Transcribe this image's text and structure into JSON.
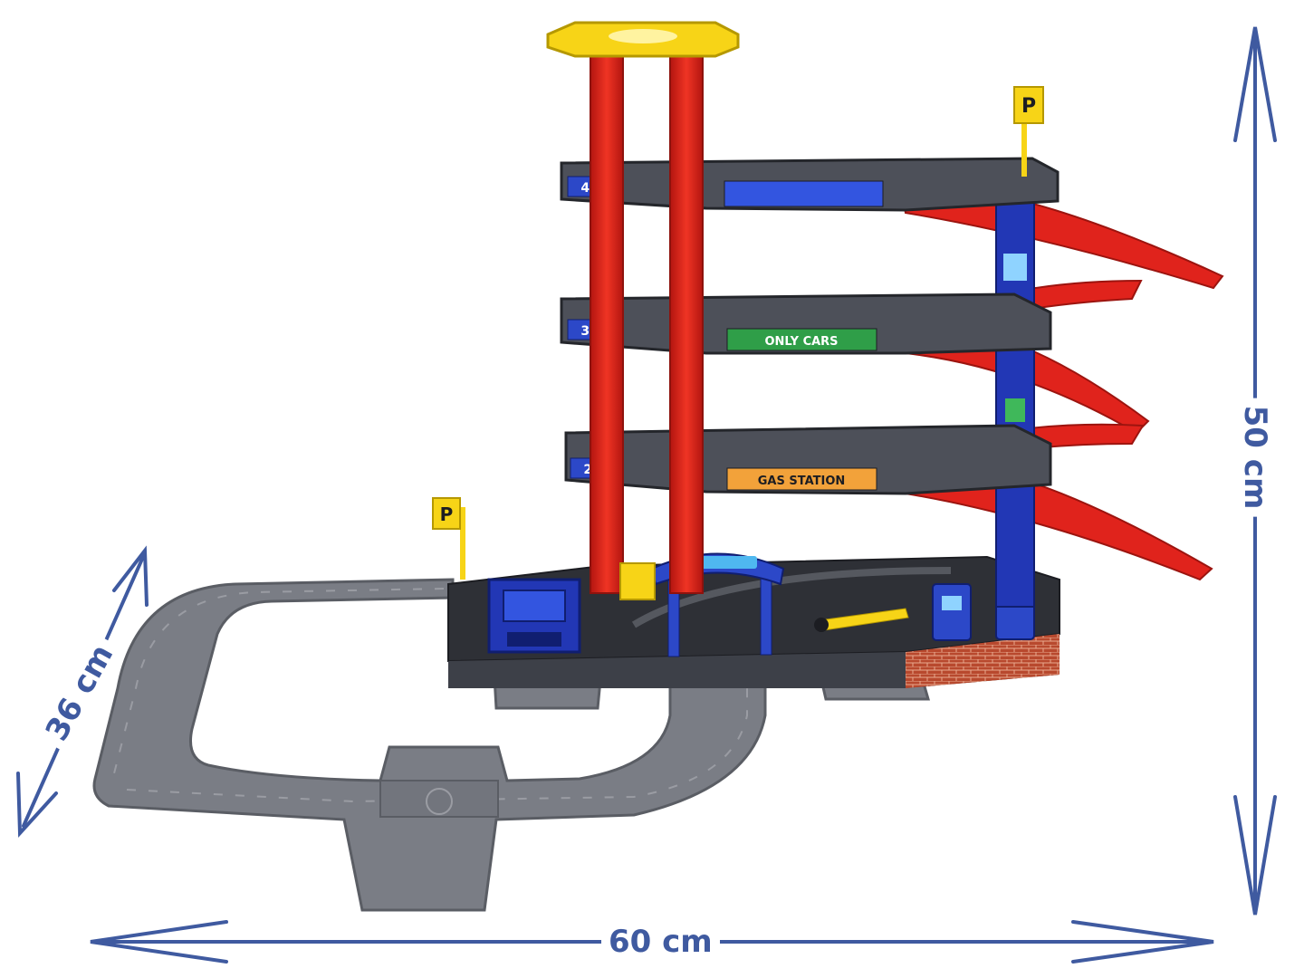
{
  "dimensions": {
    "width": "60 cm",
    "height": "50 cm",
    "depth": "36 cm"
  },
  "floor_signs": {
    "floor4": "4F",
    "floor3": "3F",
    "floor2": "2F"
  },
  "banners": {
    "floor3": "ONLY CARS",
    "floor2": "GAS STATION"
  },
  "parking_sign": "P",
  "colors": {
    "arrow": "#3f5aa0",
    "pillar_red": "#e0231c",
    "deck_gray": "#4d5059",
    "track_gray": "#7a7d85",
    "roof_yellow": "#f7d417",
    "blue_accent": "#1f3fbf"
  }
}
